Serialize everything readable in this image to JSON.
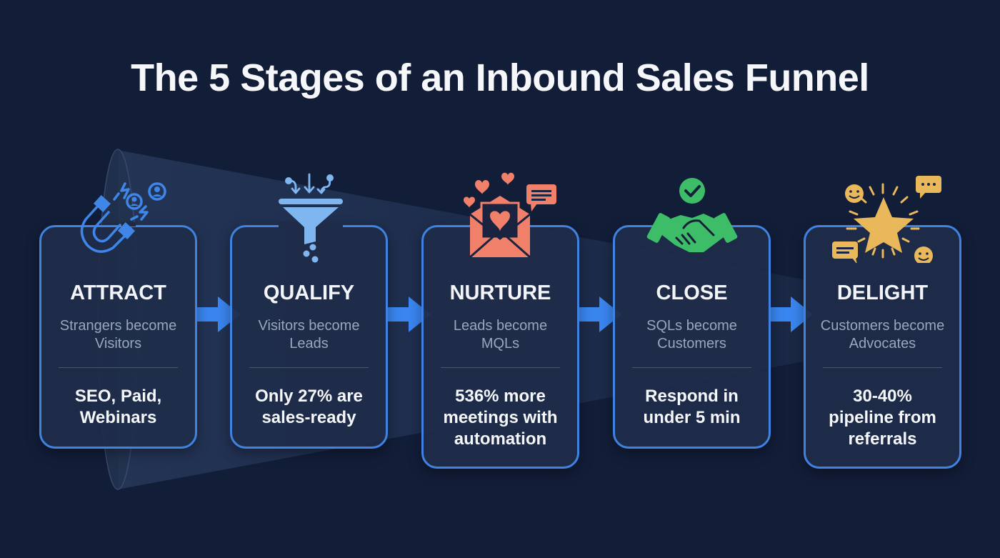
{
  "title": "The 5 Stages of an Inbound Sales Funnel",
  "colors": {
    "background": "#121d38",
    "card_border": "#3f82e0",
    "arrow": "#3a86f0",
    "attract_icon": "#3f86e8",
    "qualify_icon": "#7fb6f0",
    "nurture_icon": "#f0806a",
    "close_icon": "#3dbd68",
    "delight_icon": "#e9b85a"
  },
  "stages": [
    {
      "name": "ATTRACT",
      "icon": "magnet-attracting-people-icon",
      "subtitle_line1": "Strangers become",
      "subtitle_line2": "Visitors",
      "stat_line1": "SEO, Paid,",
      "stat_line2": "Webinars",
      "stat_line3": ""
    },
    {
      "name": "QUALIFY",
      "icon": "filter-funnel-icon",
      "subtitle_line1": "Visitors become",
      "subtitle_line2": "Leads",
      "stat_line1": "Only 27% are",
      "stat_line2": "sales-ready",
      "stat_line3": ""
    },
    {
      "name": "NURTURE",
      "icon": "love-letter-envelope-icon",
      "subtitle_line1": "Leads become",
      "subtitle_line2": "MQLs",
      "stat_line1": "536% more",
      "stat_line2": "meetings with",
      "stat_line3": "automation"
    },
    {
      "name": "CLOSE",
      "icon": "handshake-check-icon",
      "subtitle_line1": "SQLs become",
      "subtitle_line2": "Customers",
      "stat_line1": "Respond in",
      "stat_line2": "under 5 min",
      "stat_line3": ""
    },
    {
      "name": "DELIGHT",
      "icon": "star-smiles-icon",
      "subtitle_line1": "Customers become",
      "subtitle_line2": "Advocates",
      "stat_line1": "30-40%",
      "stat_line2": "pipeline from",
      "stat_line3": "referrals"
    }
  ]
}
